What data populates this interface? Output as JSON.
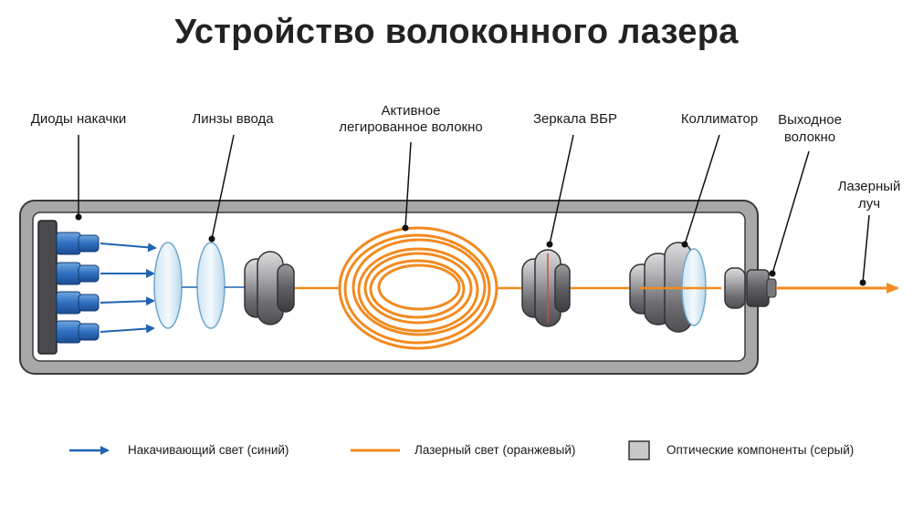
{
  "title": "Устройство волоконного лазера",
  "labels": {
    "pump_diodes": "Диоды накачки",
    "input_lenses": "Линзы ввода",
    "active_fiber_line1": "Активное",
    "active_fiber_line2": "легированное волокно",
    "fbg_mirrors": "Зеркала ВБР",
    "collimator": "Коллиматор",
    "output_fiber_line1": "Выходное",
    "output_fiber_line2": "волокно",
    "laser_beam_line1": "Лазерный",
    "laser_beam_line2": "луч"
  },
  "legend": {
    "pump_light": "Накачивающий свет (синий)",
    "laser_light": "Лазерный свет (оранжевый)",
    "optical_components": "Оптические компоненты (серый)"
  },
  "colors": {
    "pump": "#1f63b0",
    "laser": "#f28a1e",
    "component": "#8a8a8e",
    "housing": "#9c9c9c"
  }
}
